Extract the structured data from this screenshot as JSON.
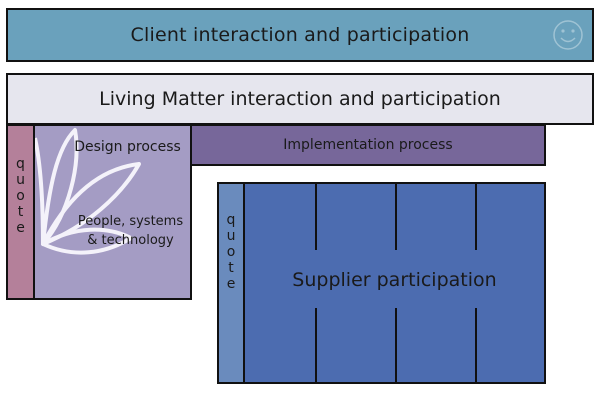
{
  "client": {
    "title": "Client interaction and participation",
    "icon": "smiley-icon"
  },
  "living": {
    "title": "Living Matter interaction and participation"
  },
  "design": {
    "title": "Design process",
    "body_line1": "People, systems",
    "body_line2": "& technology",
    "icon": "flower-icon"
  },
  "implementation": {
    "title": "Implementation process"
  },
  "supplier": {
    "title": "Supplier participation"
  },
  "quote_left": {
    "letters": [
      "q",
      "u",
      "o",
      "t",
      "e"
    ]
  },
  "quote_right": {
    "letters": [
      "q",
      "u",
      "o",
      "t",
      "e"
    ]
  },
  "colors": {
    "client": "#6aa1bc",
    "living": "#e6e6ee",
    "quote_left": "#b4809a",
    "design": "#a49cc4",
    "implementation": "#77679a",
    "quote_right": "#6a8bbd",
    "supplier": "#4c6cb0"
  }
}
